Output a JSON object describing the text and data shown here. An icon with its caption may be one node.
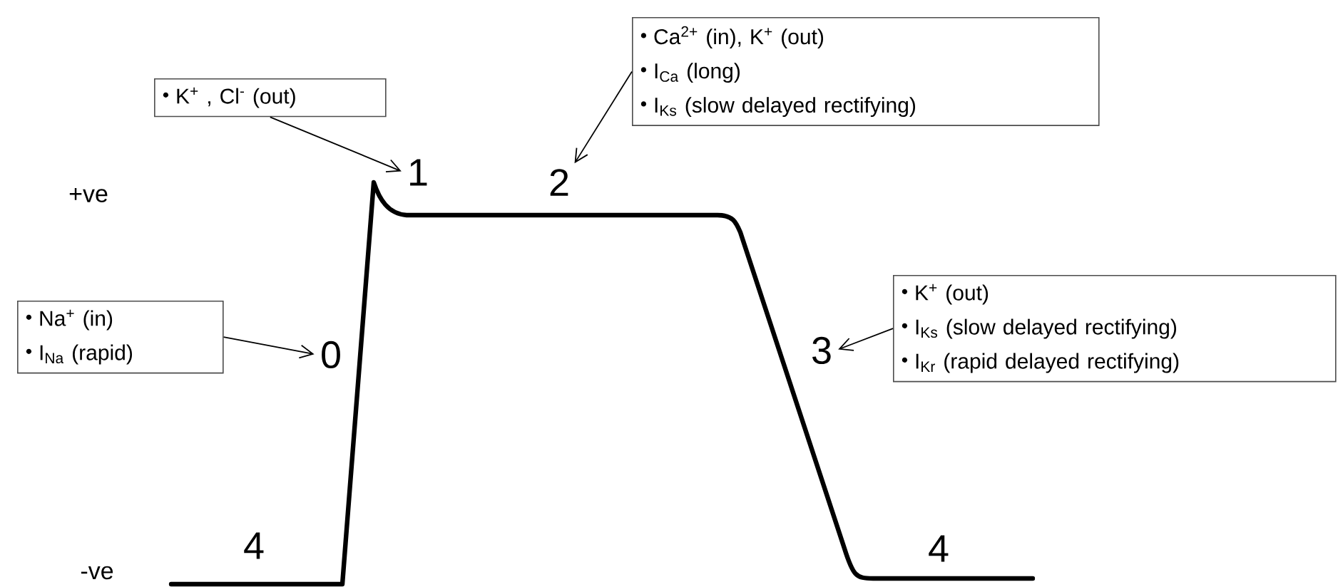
{
  "diagram": {
    "nodes": [
      {
        "text": [
          "K$^{+}$ , Cl$^{-}$ (out)"
        ]
      },
      {
        "text": [
          "Ca$^{2+}$ (in), K$^{+}$ (out)",
          "I$_{Ca}$ (long)",
          "I$_{Ks}$ (slow delayed rectifying)"
        ]
      },
      {
        "text": [
          "Na$^{+}$ (in)",
          "I$_{Na}$ (rapid)"
        ]
      },
      {
        "text": [
          "K$^{+}$ (out)",
          "I$_{Ks}$ (slow delayed rectifying)",
          "I$_{Kr}$ (rapid delayed rectifying)"
        ]
      },
      {
        "text": [
          "1"
        ]
      },
      {
        "text": [
          "2"
        ]
      },
      {
        "text": [
          "0"
        ]
      },
      {
        "text": [
          "3"
        ]
      }
    ],
    "edges": [
      {
        "from": 0,
        "to": 4,
        "arrow": "to"
      },
      {
        "from": 1,
        "to": 5,
        "arrow": "to"
      },
      {
        "from": 2,
        "to": 6,
        "arrow": "to"
      },
      {
        "from": 3,
        "to": 7,
        "arrow": "to"
      }
    ],
    "labels": [
      "+ve",
      "-ve",
      "4",
      "4"
    ]
  }
}
